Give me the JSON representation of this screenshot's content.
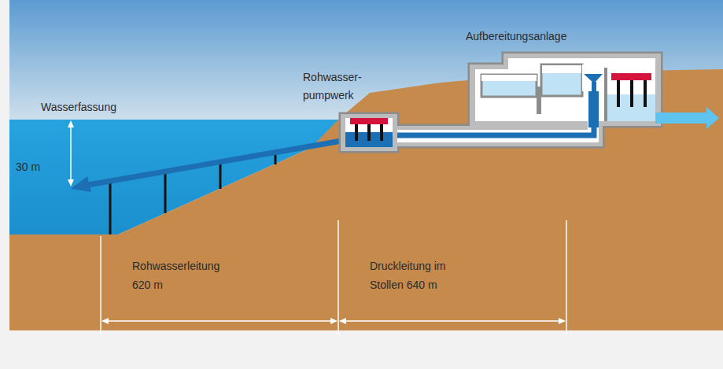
{
  "diagram": {
    "nodes": [
      {
        "text": [
          "Rohwasser- pumpwerk"
        ]
      },
      {
        "text": [
          "Aufbereitungsanlage"
        ]
      }
    ],
    "edges": [
      {
        "from": 0,
        "to": 1,
        "arrow": "none"
      }
    ],
    "labels": [
      "Wasserfassung",
      "30 m",
      "Rohwasserleitung 620 m",
      "Druckleitung im Stollen 640 m"
    ]
  }
}
